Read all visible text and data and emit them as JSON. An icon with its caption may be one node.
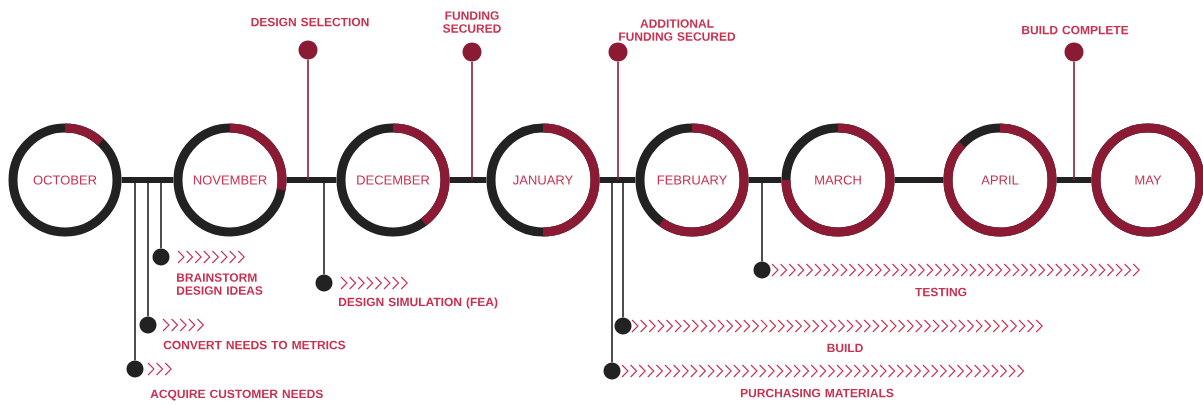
{
  "diagram": {
    "nodes": [
      {
        "text": [
          "OCTOBER"
        ]
      },
      {
        "text": [
          "NOVEMBER"
        ]
      },
      {
        "text": [
          "DECEMBER"
        ]
      },
      {
        "text": [
          "JANUARY"
        ]
      },
      {
        "text": [
          "FEBRUARY"
        ]
      },
      {
        "text": [
          "MARCH"
        ]
      },
      {
        "text": [
          "APRIL"
        ]
      },
      {
        "text": [
          "MAY"
        ]
      },
      {
        "text": [],
        "shape": "circle",
        "beside": [
          "DESIGN SELECTION"
        ]
      },
      {
        "text": [],
        "shape": "circle",
        "beside": [
          "FUNDING SECURED"
        ]
      },
      {
        "text": [],
        "shape": "circle",
        "beside": [
          "ADDITIONAL FUNDING SECURED"
        ]
      },
      {
        "text": [],
        "shape": "circle",
        "beside": [
          "BUILD COMPLETE"
        ]
      },
      {
        "text": [],
        "shape": "circle",
        "beside": [
          "BRAINSTORM DESIGN IDEAS"
        ]
      },
      {
        "text": [],
        "shape": "circle",
        "beside": [
          "DESIGN SIMULATION (FEA)"
        ]
      },
      {
        "text": [],
        "shape": "circle",
        "beside": [
          "TESTING"
        ]
      },
      {
        "text": [],
        "shape": "circle",
        "beside": [
          "CONVERT NEEDS TO METRICS"
        ]
      },
      {
        "text": [],
        "shape": "circle",
        "beside": [
          "BUILD"
        ]
      },
      {
        "text": [],
        "shape": "circle",
        "beside": [
          "ACQUIRE CUSTOMER NEEDS"
        ]
      },
      {
        "text": [],
        "shape": "circle",
        "beside": [
          "PURCHASING MATERIALS"
        ]
      }
    ],
    "edges": [
      {
        "from": 0,
        "to": 1,
        "arrow": "none",
        "style": "thick"
      },
      {
        "from": 1,
        "to": 2,
        "arrow": "none",
        "style": "thick"
      },
      {
        "from": 2,
        "to": 3,
        "arrow": "none",
        "style": "thick"
      },
      {
        "from": 3,
        "to": 4,
        "arrow": "none",
        "style": "thick"
      },
      {
        "from": 4,
        "to": 5,
        "arrow": "none",
        "style": "thick"
      },
      {
        "from": 5,
        "to": 6,
        "arrow": "none",
        "style": "thick"
      },
      {
        "from": 6,
        "to": 7,
        "arrow": "none",
        "style": "thick"
      },
      {
        "from": null,
        "to": 8,
        "arrow": "none",
        "color": "#8b1a35"
      },
      {
        "from": null,
        "to": 9,
        "arrow": "none",
        "color": "#8b1a35"
      },
      {
        "from": null,
        "to": 10,
        "arrow": "none",
        "color": "#8b1a35"
      },
      {
        "from": null,
        "to": 11,
        "arrow": "none",
        "color": "#8b1a35"
      },
      {
        "from": null,
        "to": 12,
        "arrow": "none"
      },
      {
        "from": null,
        "to": 13,
        "arrow": "none"
      },
      {
        "from": null,
        "to": 14,
        "arrow": "none"
      },
      {
        "from": null,
        "to": 15,
        "arrow": "none"
      },
      {
        "from": null,
        "to": 16,
        "arrow": "none"
      },
      {
        "from": null,
        "to": 17,
        "arrow": "none"
      },
      {
        "from": null,
        "to": 18,
        "arrow": "none"
      }
    ]
  }
}
